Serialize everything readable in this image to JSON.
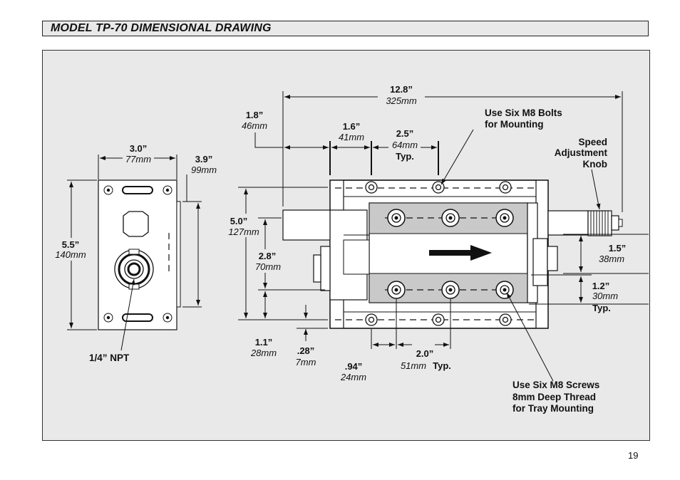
{
  "title": "MODEL TP-70 DIMENSIONAL DRAWING",
  "page_number": "19",
  "dims": {
    "d1": {
      "in": "12.8”",
      "mm": "325mm"
    },
    "d2": {
      "in": "1.8”",
      "mm": "46mm"
    },
    "d3": {
      "in": "1.6”",
      "mm": "41mm"
    },
    "d4": {
      "in": "2.5”",
      "mm": "64mm",
      "typ": "Typ."
    },
    "d5": {
      "in": "3.0”",
      "mm": "77mm"
    },
    "d6": {
      "in": "3.9”",
      "mm": "99mm"
    },
    "d7": {
      "in": "5.5”",
      "mm": "140mm"
    },
    "d8": {
      "in": "5.0”",
      "mm": "127mm"
    },
    "d9": {
      "in": "2.8”",
      "mm": "70mm"
    },
    "d10": {
      "in": "1.1”",
      "mm": "28mm"
    },
    "d11": {
      "in": ".28”",
      "mm": "7mm"
    },
    "d12": {
      "in": ".94”",
      "mm": "24mm"
    },
    "d13": {
      "in": "2.0”",
      "mm": "51mm",
      "typ": "Typ."
    },
    "d14": {
      "in": "1.5”",
      "mm": "38mm"
    },
    "d15": {
      "in": "1.2”",
      "mm": "30mm",
      "typ": "Typ."
    }
  },
  "notes": {
    "bolts": [
      "Use Six M8 Bolts",
      "for Mounting"
    ],
    "knob": [
      "Speed",
      "Adjustment",
      "Knob"
    ],
    "npt": "1/4” NPT",
    "screws": [
      "Use Six M8 Screws",
      "8mm Deep Thread",
      "for Tray Mounting"
    ]
  }
}
